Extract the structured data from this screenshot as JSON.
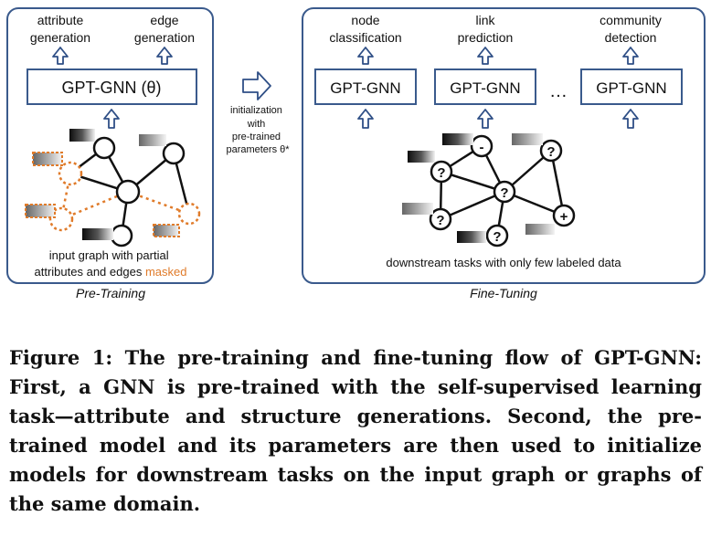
{
  "pretrain": {
    "outputs": [
      "attribute generation",
      "edge generation"
    ],
    "model_label": "GPT-GNN (θ)",
    "graph_caption_prefix": "input graph with partial attributes and edges",
    "graph_caption_masked": "masked",
    "panel_label": "Pre-Training"
  },
  "transfer": {
    "label_lines": [
      "initialization",
      "with",
      "pre-trained",
      "parameters θ*"
    ]
  },
  "finetune": {
    "tasks": [
      "node classification",
      "link prediction",
      "community detection"
    ],
    "model_label": "GPT-GNN",
    "ellipsis": "…",
    "graph_caption": "downstream tasks with only few labeled data",
    "panel_label": "Fine-Tuning",
    "node_marks": [
      "-",
      "?",
      "?",
      "?",
      "?",
      "?",
      "+"
    ]
  },
  "caption": {
    "lead": "Figure 1: The pre-training and fine-tuning flow of GPT-GNN:",
    "body": "First, a GNN is pre-trained with the self-supervised learning task—attribute and structure generations. Second, the pre-trained model and its parameters are then used to initialize models for downstream tasks on the input graph or graphs of the same domain."
  },
  "colors": {
    "panel_border": "#3a5a8c",
    "box_border": "#3a5a8c",
    "arrow": "#2f4f86",
    "masked": "#e07b2a"
  }
}
